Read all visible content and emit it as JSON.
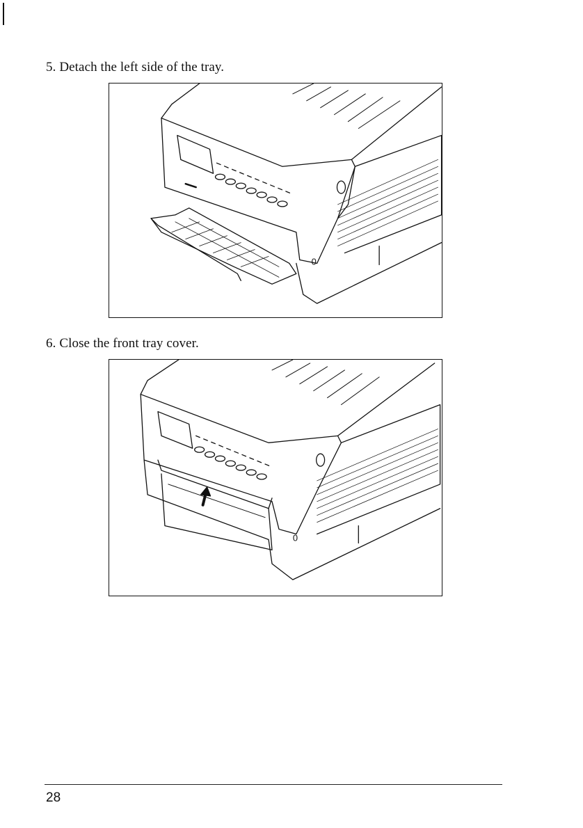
{
  "steps": [
    {
      "number": "5.",
      "text": "Detach the left side of the tray."
    },
    {
      "number": "6.",
      "text": "Close the front tray cover."
    }
  ],
  "panel_labels": {
    "figure1": "0",
    "figure2": "0"
  },
  "footer": {
    "page_number": "28"
  }
}
